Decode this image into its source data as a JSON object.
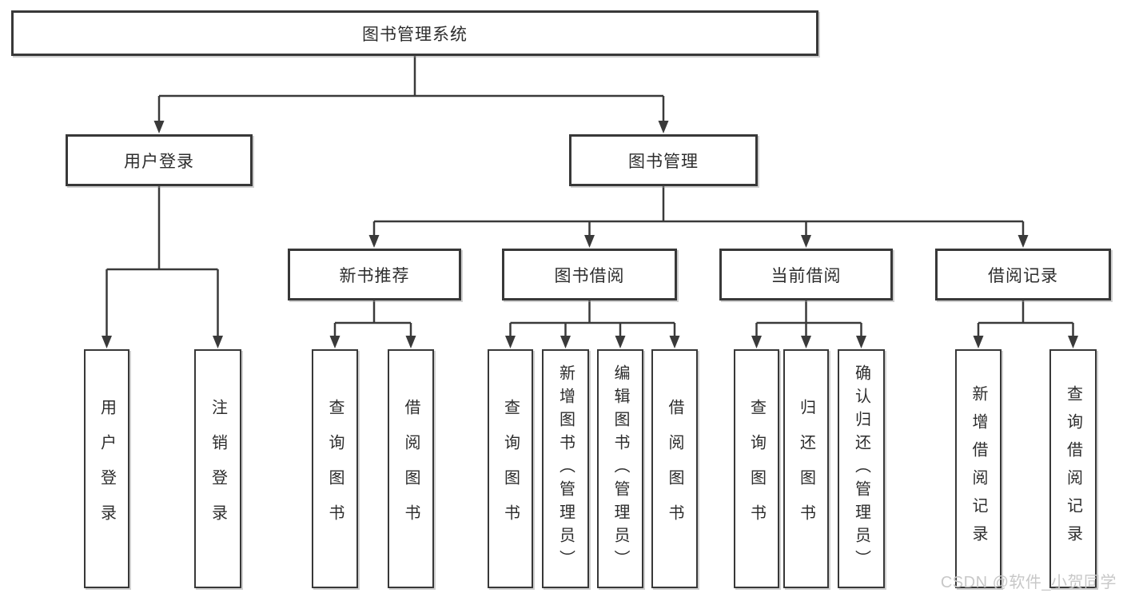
{
  "diagram": {
    "root": {
      "label": "图书管理系统"
    },
    "branches": [
      {
        "label": "用户登录",
        "children": [
          {
            "label": "用户登录"
          },
          {
            "label": "注销登录"
          }
        ]
      },
      {
        "label": "图书管理",
        "children": [
          {
            "label": "新书推荐",
            "children": [
              {
                "label": "查询图书"
              },
              {
                "label": "借阅图书"
              }
            ]
          },
          {
            "label": "图书借阅",
            "children": [
              {
                "label": "查询图书"
              },
              {
                "label": "新增图书（管理员）"
              },
              {
                "label": "编辑图书（管理员）"
              },
              {
                "label": "借阅图书"
              }
            ]
          },
          {
            "label": "当前借阅",
            "children": [
              {
                "label": "查询图书"
              },
              {
                "label": "归还图书"
              },
              {
                "label": "确认归还（管理员）"
              }
            ]
          },
          {
            "label": "借阅记录",
            "children": [
              {
                "label": "新增借阅记录"
              },
              {
                "label": "查询借阅记录"
              }
            ]
          }
        ]
      }
    ]
  },
  "watermark": {
    "text": "CSDN @软件_小贺同学",
    "color": "#c8c8c8"
  },
  "colors": {
    "line": "#3a3a3a",
    "box_border": "#383838",
    "text": "#2d2d2d",
    "background": "#ffffff"
  }
}
